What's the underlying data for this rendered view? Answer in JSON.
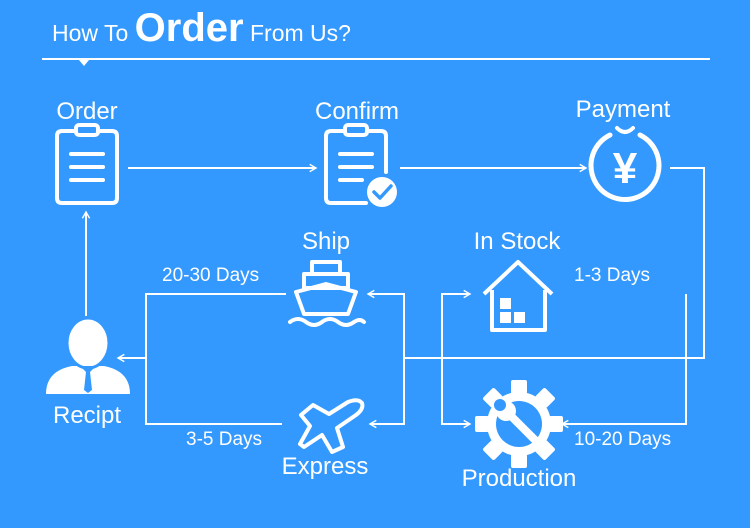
{
  "header": {
    "title_prefix": "How To ",
    "title_emphasis": "Order",
    "title_suffix": " From Us?"
  },
  "nodes": {
    "order": "Order",
    "confirm": "Confirm",
    "payment": "Payment",
    "ship": "Ship",
    "in_stock": "In Stock",
    "recipt": "Recipt",
    "express": "Express",
    "production": "Production"
  },
  "durations": {
    "ship": "20-30 Days",
    "express": "3-5 Days",
    "in_stock": "1-3 Days",
    "production": "10-20 Days"
  },
  "icons": {
    "order": "clipboard-icon",
    "confirm": "clipboard-check-icon",
    "payment": "yen-coin-icon",
    "ship": "ship-icon",
    "in_stock": "house-icon",
    "recipt": "person-icon",
    "express": "airplane-icon",
    "production": "gear-wrench-icon",
    "yen_symbol": "¥"
  },
  "colors": {
    "background": "#3399ff",
    "foreground": "#ffffff"
  }
}
